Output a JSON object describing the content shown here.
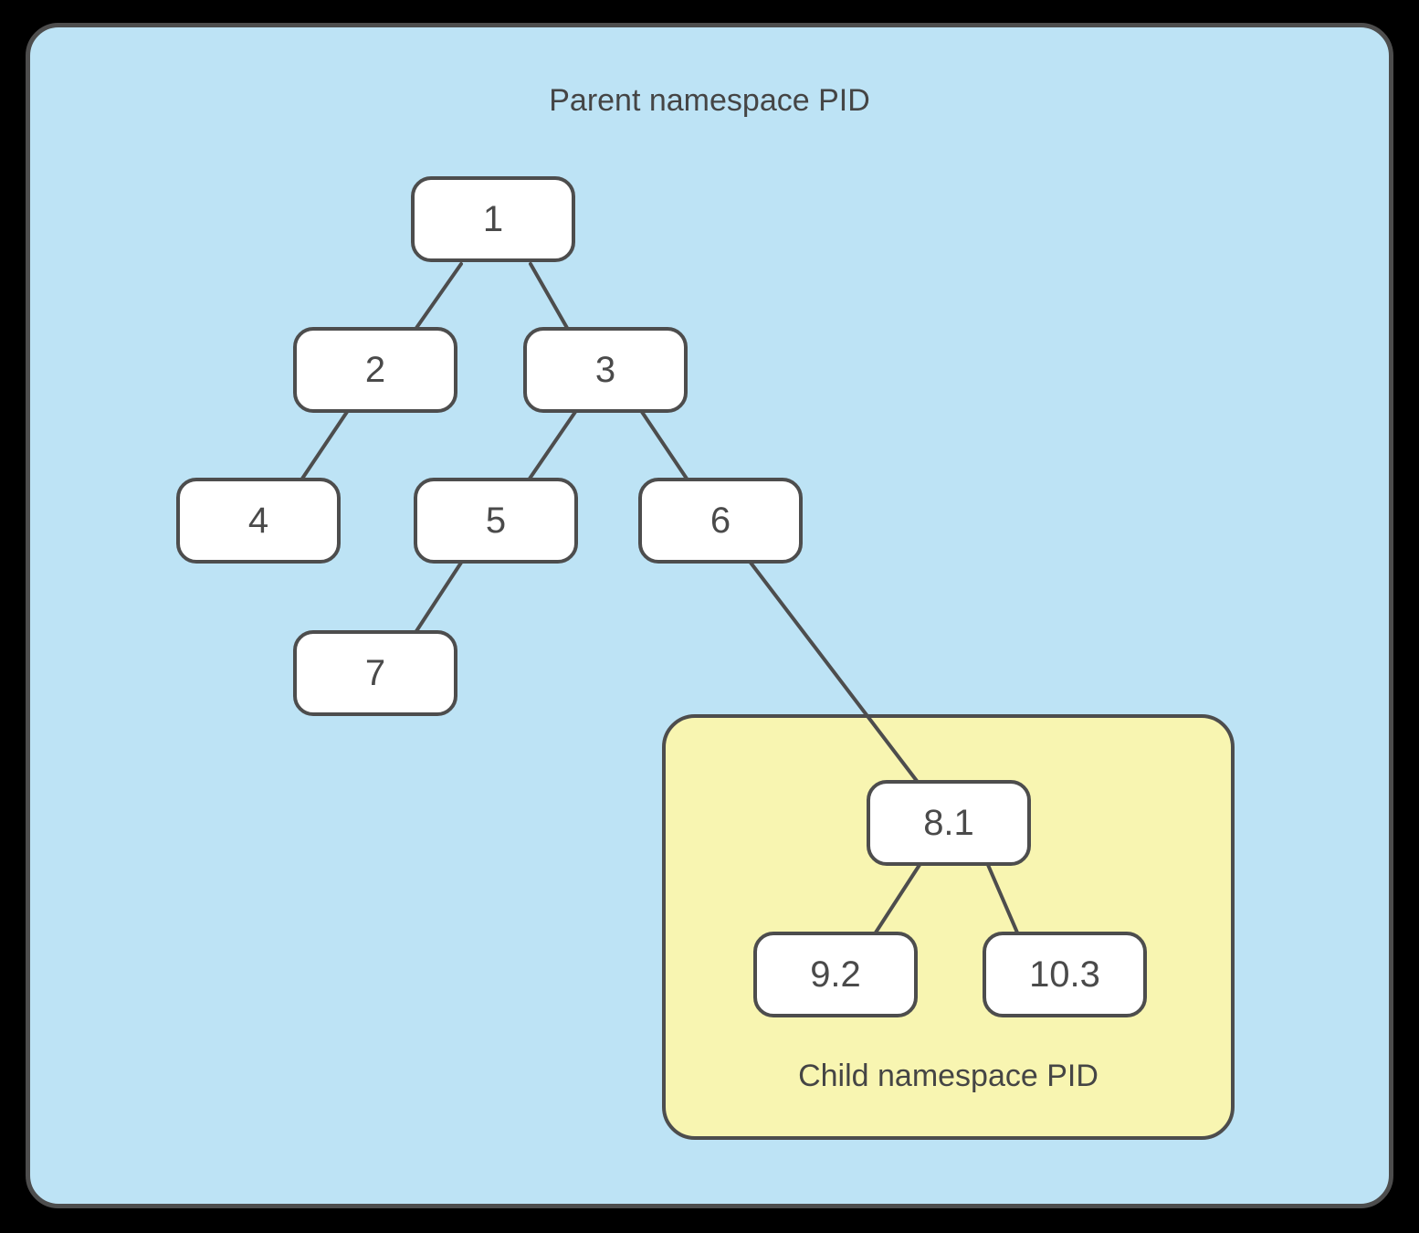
{
  "diagram": {
    "type": "tree",
    "parent_namespace": {
      "label": "Parent namespace PID",
      "fill_color": "#bde3f5"
    },
    "child_namespace": {
      "label": "Child namespace PID",
      "fill_color": "#f8f5b1"
    },
    "colors": {
      "page_background": "#000000",
      "node_fill": "#ffffff",
      "border_and_edges": "#4d4d4d",
      "text": "#454545"
    },
    "nodes": [
      {
        "id": "1",
        "label": "1",
        "namespace": "parent"
      },
      {
        "id": "2",
        "label": "2",
        "namespace": "parent"
      },
      {
        "id": "3",
        "label": "3",
        "namespace": "parent"
      },
      {
        "id": "4",
        "label": "4",
        "namespace": "parent"
      },
      {
        "id": "5",
        "label": "5",
        "namespace": "parent"
      },
      {
        "id": "6",
        "label": "6",
        "namespace": "parent"
      },
      {
        "id": "7",
        "label": "7",
        "namespace": "parent"
      },
      {
        "id": "8.1",
        "label": "8.1",
        "namespace": "child"
      },
      {
        "id": "9.2",
        "label": "9.2",
        "namespace": "child"
      },
      {
        "id": "10.3",
        "label": "10.3",
        "namespace": "child"
      }
    ],
    "edges": [
      {
        "from": "1",
        "to": "2"
      },
      {
        "from": "1",
        "to": "3"
      },
      {
        "from": "2",
        "to": "4"
      },
      {
        "from": "3",
        "to": "5"
      },
      {
        "from": "3",
        "to": "6"
      },
      {
        "from": "5",
        "to": "7"
      },
      {
        "from": "6",
        "to": "8.1"
      },
      {
        "from": "8.1",
        "to": "9.2"
      },
      {
        "from": "8.1",
        "to": "10.3"
      }
    ]
  }
}
